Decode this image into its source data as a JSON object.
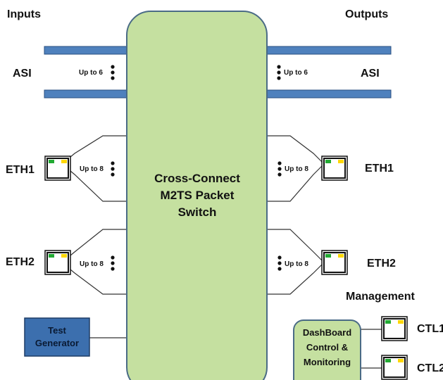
{
  "headers": {
    "inputs": "Inputs",
    "outputs": "Outputs",
    "management": "Management"
  },
  "switch": {
    "label": "Cross-Connect\nM2TS Packet\nSwitch"
  },
  "left": {
    "asi": "ASI",
    "asi_count": "Up to 6",
    "eth1": "ETH1",
    "eth1_count": "Up to 8",
    "eth2": "ETH2",
    "eth2_count": "Up to 8"
  },
  "right": {
    "asi": "ASI",
    "asi_count": "Up to 6",
    "eth1": "ETH1",
    "eth1_count": "Up to 8",
    "eth2": "ETH2",
    "eth2_count": "Up to 8"
  },
  "test_generator": {
    "label": "Test\nGenerator"
  },
  "dashboard": {
    "label": "DashBoard\nControl &\nMonitoring"
  },
  "ctl": {
    "ctl1": "CTL1",
    "ctl2": "CTL2"
  },
  "colors": {
    "switch_fill": "#c5e0a0",
    "switch_stroke": "#4a6b86",
    "pipe": "#4f81bd",
    "test_gen": "#3c6fae",
    "port_green": "#22aa33",
    "port_yellow": "#ffd700"
  },
  "icons": {
    "ports": "ethernet-port-icon",
    "dots": "vertical-ellipsis-icon"
  }
}
